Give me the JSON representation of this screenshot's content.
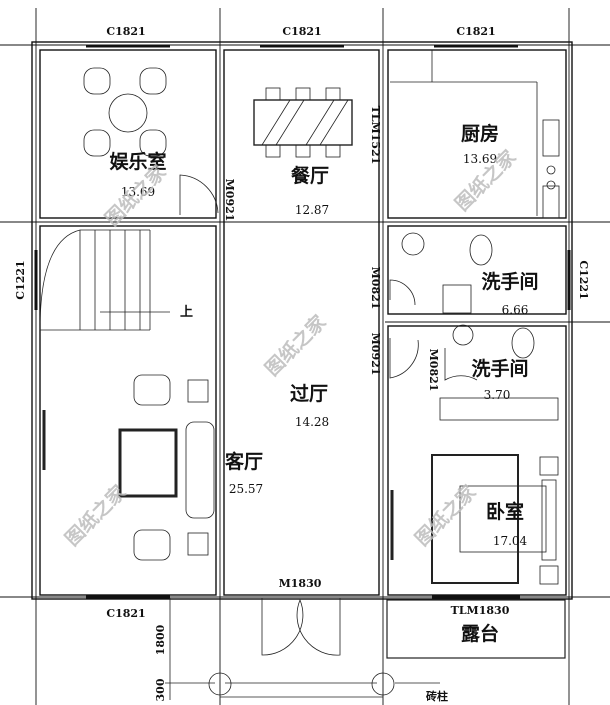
{
  "windows": {
    "top_left": "C1821",
    "top_mid": "C1821",
    "top_right": "C1821",
    "bottom_left": "C1821",
    "left": "C1221",
    "right": "C1221"
  },
  "doors": {
    "rec_door": "M0921",
    "kitchen_door": "TLM1521",
    "bath1_door": "M0821",
    "bed_door": "M0921",
    "bath2_door": "M0821",
    "main_door": "M1830",
    "terrace_door": "TLM1830"
  },
  "rooms": [
    {
      "name": "娱乐室",
      "area": "13.69"
    },
    {
      "name": "餐厅",
      "area": "12.87"
    },
    {
      "name": "厨房",
      "area": "13.69"
    },
    {
      "name": "洗手间",
      "area": "6.66"
    },
    {
      "name": "洗手间",
      "area": "3.70"
    },
    {
      "name": "过厅",
      "area": "14.28"
    },
    {
      "name": "客厅",
      "area": "25.57"
    },
    {
      "name": "卧室",
      "area": "17.04"
    }
  ],
  "terrace": "露台",
  "stair_up": "上",
  "pillar": "砖柱",
  "dimensions": {
    "porch_depth": "1800",
    "pillar_offset": "300"
  },
  "watermark": "图纸之家"
}
